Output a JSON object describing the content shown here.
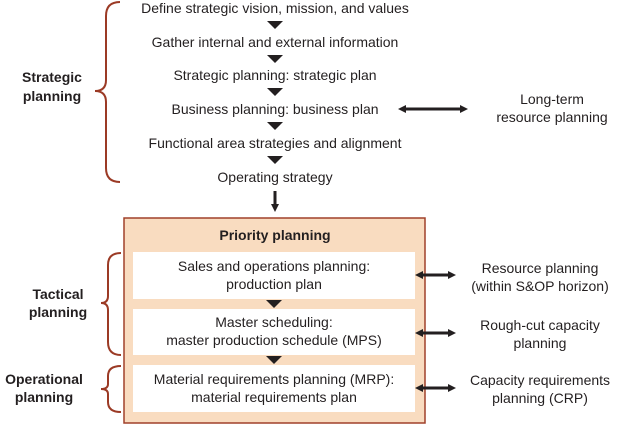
{
  "strategic": {
    "label": [
      "Strategic",
      "planning"
    ],
    "steps": [
      "Define strategic vision, mission, and values",
      "Gather internal and external information",
      "Strategic planning: strategic plan",
      "Business planning: business plan",
      "Functional area strategies and alignment",
      "Operating strategy"
    ],
    "side": [
      "Long-term",
      "resource planning"
    ]
  },
  "priority": {
    "title": "Priority planning",
    "boxes": [
      {
        "lines": [
          "Sales and operations planning:",
          "production plan"
        ],
        "side": [
          "Resource planning",
          "(within S&OP horizon)"
        ]
      },
      {
        "lines": [
          "Master scheduling:",
          "master production schedule (MPS)"
        ],
        "side": [
          "Rough-cut capacity",
          "planning"
        ]
      },
      {
        "lines": [
          "Material requirements planning (MRP):",
          "material requirements plan"
        ],
        "side": [
          "Capacity requirements",
          "planning (CRP)"
        ]
      }
    ]
  },
  "tactical": {
    "label": [
      "Tactical",
      "planning"
    ]
  },
  "operational": {
    "label": [
      "Operational",
      "planning"
    ]
  },
  "colors": {
    "brace": "#9b3a25",
    "panel": "#f9dcc0",
    "panel_border": "#a0402a"
  }
}
